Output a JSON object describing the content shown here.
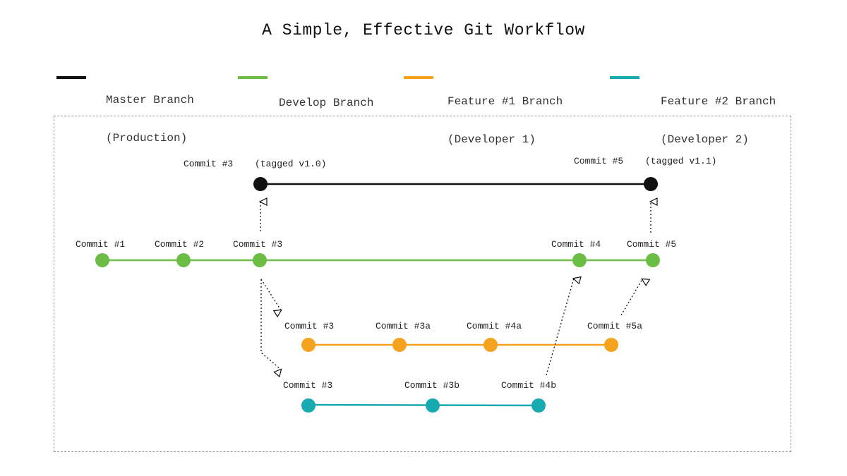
{
  "title": "A Simple, Effective Git Workflow",
  "colors": {
    "master": "#111111",
    "develop": "#6cbd45",
    "feature1": "#f5a21e",
    "feature2": "#18aab1"
  },
  "legend": [
    {
      "line1": "Master Branch",
      "line2": "(Production)",
      "color_key": "master"
    },
    {
      "line1": "Develop Branch",
      "line2": "",
      "color_key": "develop"
    },
    {
      "line1": "Feature #1 Branch",
      "line2": "(Developer 1)",
      "color_key": "feature1"
    },
    {
      "line1": "Feature #2 Branch",
      "line2": "(Developer 2)",
      "color_key": "feature2"
    }
  ],
  "branches": {
    "master": {
      "commits": [
        {
          "label": "Commit #3",
          "tag": "(tagged v1.0)"
        },
        {
          "label": "Commit #5",
          "tag": "(tagged v1.1)"
        }
      ]
    },
    "develop": {
      "commits": [
        {
          "label": "Commit #1"
        },
        {
          "label": "Commit #2"
        },
        {
          "label": "Commit #3"
        },
        {
          "label": "Commit #4"
        },
        {
          "label": "Commit #5"
        }
      ]
    },
    "feature1": {
      "commits": [
        {
          "label": "Commit #3"
        },
        {
          "label": "Commit #3a"
        },
        {
          "label": "Commit #4a"
        },
        {
          "label": "Commit #5a"
        }
      ]
    },
    "feature2": {
      "commits": [
        {
          "label": "Commit #3"
        },
        {
          "label": "Commit #3b"
        },
        {
          "label": "Commit #4b"
        }
      ]
    }
  }
}
